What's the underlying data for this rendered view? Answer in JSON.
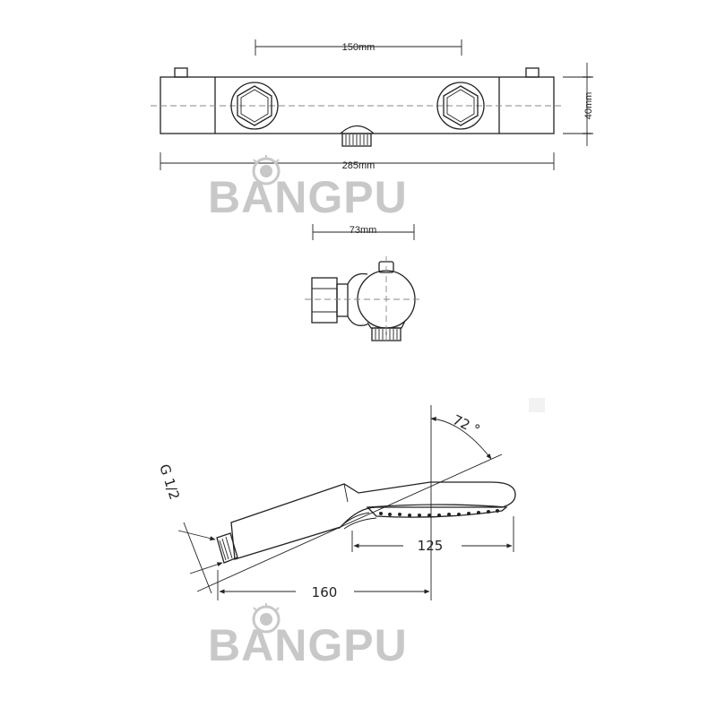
{
  "top_view": {
    "dim_center": "150mm",
    "dim_length": "285mm",
    "dim_height": "40mm"
  },
  "side_view": {
    "dim_width": "73mm"
  },
  "hand_shower": {
    "thread": "G 1/2",
    "angle": "72 °",
    "dim_head": "125",
    "dim_length": "160"
  },
  "watermark": {
    "brand": "BANGPU"
  }
}
